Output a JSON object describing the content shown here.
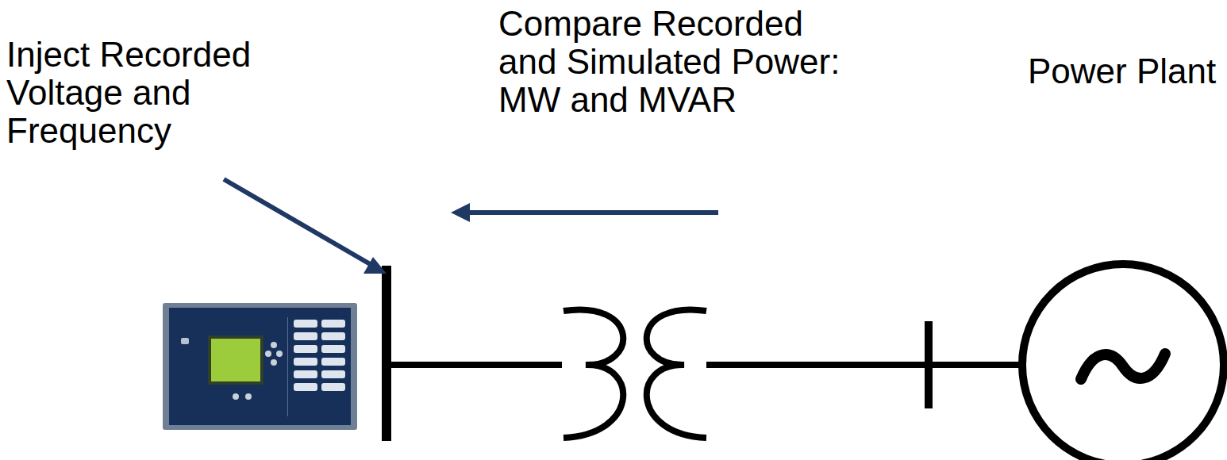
{
  "diagram": {
    "labels": [
      "Inject Recorded Voltage and Frequency",
      "Compare Recorded and Simulated Power: MW and MVAR",
      "Power Plant"
    ]
  }
}
